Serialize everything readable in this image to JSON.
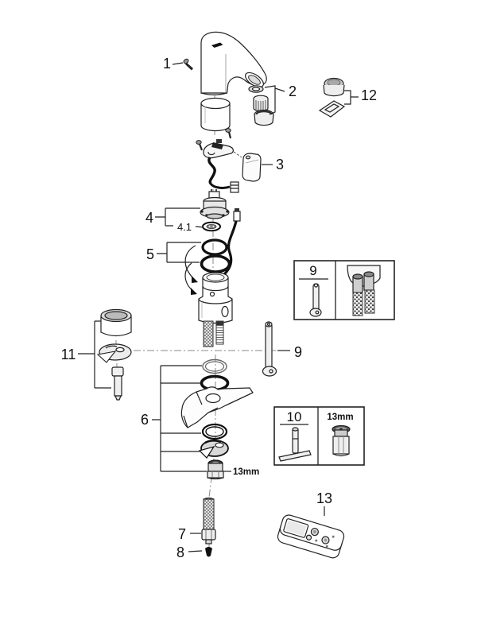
{
  "diagram": {
    "callouts": {
      "p1": "1",
      "p2": "2",
      "p3": "3",
      "p4": "4",
      "p4_1": "4.1",
      "p5": "5",
      "p6": "6",
      "p7": "7",
      "p8": "8",
      "p9": "9",
      "p11": "11",
      "p12": "12",
      "p13": "13",
      "nut_size_label": "13mm"
    },
    "insets": {
      "box9": {
        "label": "9"
      },
      "box10": {
        "label": "10",
        "tool_size": "13mm"
      }
    },
    "colors": {
      "line": "#222222",
      "background": "#ffffff",
      "centerline": "#888888"
    }
  }
}
